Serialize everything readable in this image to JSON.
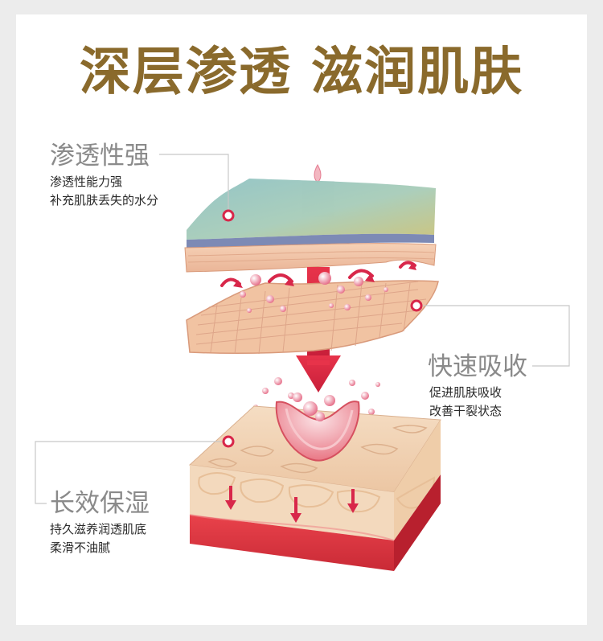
{
  "headline": "深层渗透  滋润肌肤",
  "callouts": [
    {
      "title": "渗透性强",
      "lines": [
        "渗透性能力强",
        "补充肌肤丢失的水分"
      ]
    },
    {
      "title": "快速吸收",
      "lines": [
        "促进肌肤吸收",
        "改善干裂状态"
      ]
    },
    {
      "title": "长效保湿",
      "lines": [
        "持久滋养润透肌底",
        "柔滑不油腻"
      ]
    }
  ],
  "colors": {
    "headline": "#8a6a2c",
    "accent": "#d8274a",
    "callout_title": "#8a8a8a"
  }
}
